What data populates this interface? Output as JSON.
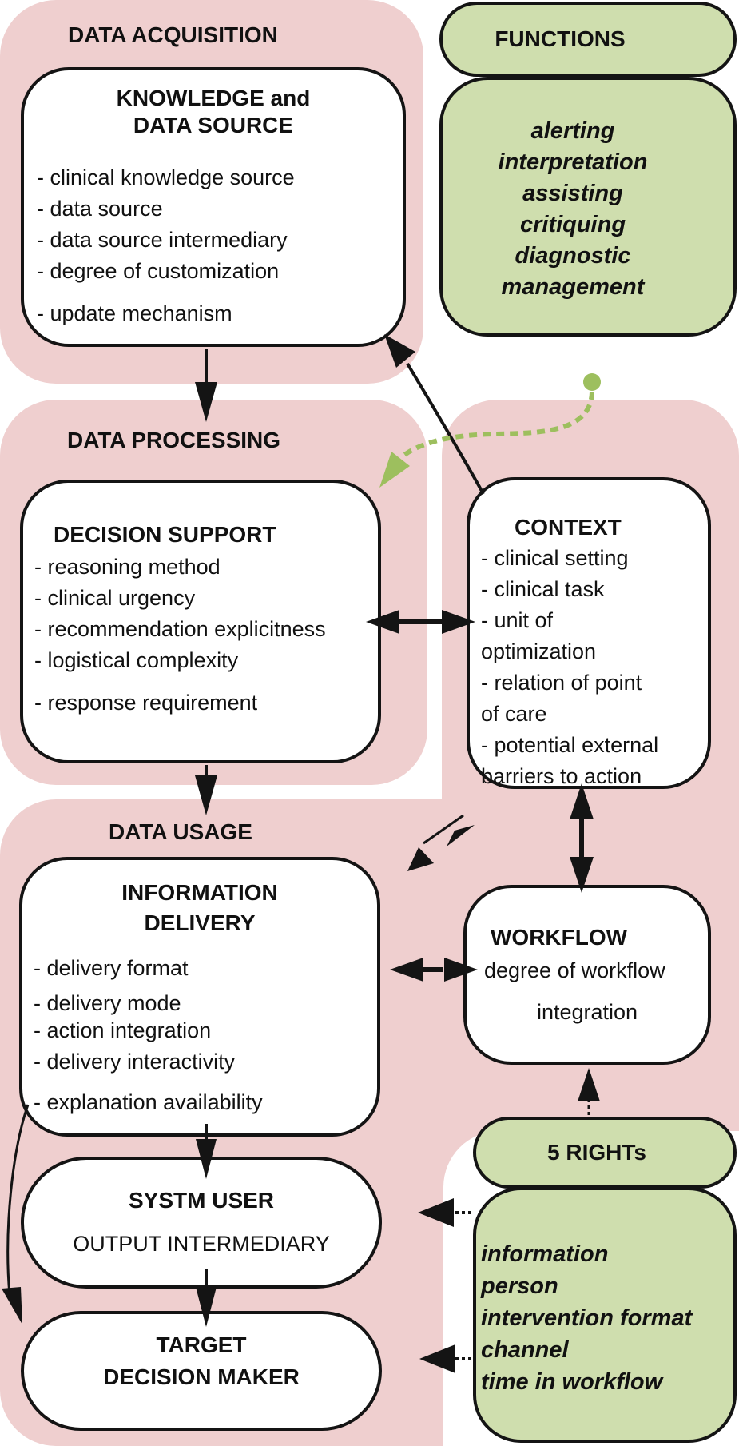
{
  "groups": {
    "acquisition": {
      "label": "DATA ACQUISITION"
    },
    "processing": {
      "label": "DATA PROCESSING"
    },
    "usage": {
      "label": "DATA USAGE"
    }
  },
  "knowledge_source": {
    "title_line1": "KNOWLEDGE and",
    "title_line2": "DATA SOURCE",
    "items": [
      "-  clinical knowledge source",
      "-  data source",
      "-  data source intermediary",
      "-  degree of customization",
      "-  update mechanism"
    ]
  },
  "functions": {
    "header": "FUNCTIONS",
    "items": [
      "alerting",
      "interpretation",
      "assisting",
      "critiquing",
      "diagnostic",
      "management"
    ]
  },
  "decision_support": {
    "title": "DECISION SUPPORT",
    "items": [
      "- reasoning method",
      "- clinical urgency",
      "- recommendation explicitness",
      "- logistical complexity",
      "- response requirement"
    ]
  },
  "context": {
    "title": "CONTEXT",
    "items": [
      "- clinical setting",
      "- clinical task",
      "- unit of",
      "optimization",
      "- relation of point",
      "of care",
      "- potential external",
      " barriers to action"
    ]
  },
  "information_delivery": {
    "title_line1": "INFORMATION",
    "title_line2": "DELIVERY",
    "items": [
      "- delivery format",
      "- delivery mode",
      "- action integration",
      "- delivery interactivity",
      "- explanation availability"
    ]
  },
  "workflow": {
    "title": "WORKFLOW",
    "line1": "degree of workflow",
    "line2": "integration"
  },
  "system_user": {
    "title": "SYSTM USER",
    "subtitle": "OUTPUT INTERMEDIARY"
  },
  "target": {
    "title_line1": "TARGET",
    "title_line2": "DECISION MAKER"
  },
  "five_rights": {
    "header": "5 RIGHTs",
    "items": [
      "information",
      "person",
      "intervention format",
      "channel",
      "time in workflow"
    ]
  },
  "colors": {
    "group_bg": "#efcfcf",
    "green_box": "#cfdeae",
    "green_arrow": "#9dbf5e",
    "stroke": "#141414"
  }
}
